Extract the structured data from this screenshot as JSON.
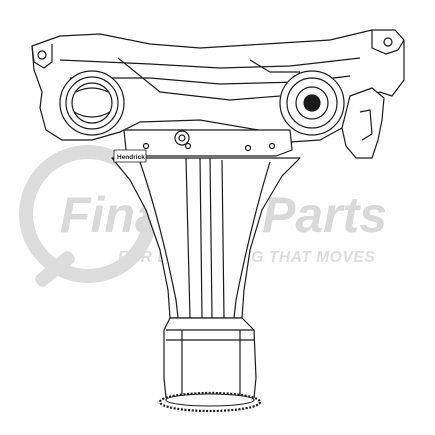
{
  "watermark": {
    "brand_first": "Fina",
    "brand_second": "Parts",
    "tagline": "FOR EVERYTHING THAT MOVES",
    "colors": {
      "gray": "#d9d9d9",
      "red": "#f3c9cd"
    }
  },
  "part": {
    "stamp": "Hendrick",
    "colors": {
      "line": "#1a1a1a",
      "fill": "#ffffff",
      "shade": "#bdbdbd"
    }
  }
}
